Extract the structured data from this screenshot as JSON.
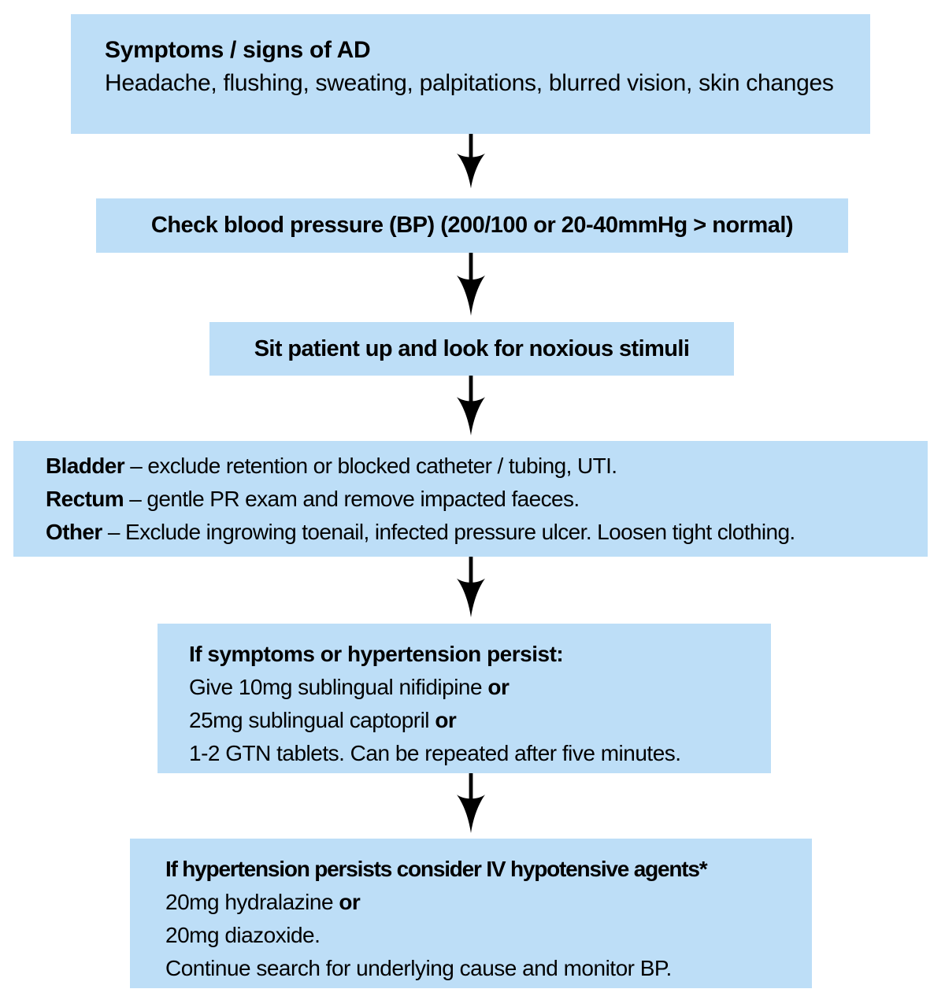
{
  "colors": {
    "box_fill": "#bddef7",
    "text": "#000000",
    "arrow": "#000000",
    "background": "#ffffff"
  },
  "diagram": {
    "type": "flowchart",
    "direction": "top-down",
    "arrow_count": 5,
    "boxes": [
      {
        "id": "symptoms",
        "align": "left",
        "lines": [
          {
            "segments": [
              {
                "text": "Symptoms / signs of AD",
                "bold": true
              }
            ]
          },
          {
            "segments": [
              {
                "text": "Headache, flushing, sweating, palpitations, blurred vision, skin changes",
                "bold": false
              }
            ]
          }
        ]
      },
      {
        "id": "check-bp",
        "align": "center",
        "lines": [
          {
            "segments": [
              {
                "text": "Check blood pressure (BP) (200/100 or 20-40mmHg > normal)",
                "bold": true
              }
            ]
          }
        ]
      },
      {
        "id": "sit-patient-up",
        "align": "center",
        "lines": [
          {
            "segments": [
              {
                "text": "Sit patient up and look for noxious stimuli",
                "bold": true
              }
            ]
          }
        ]
      },
      {
        "id": "noxious-stimuli-checks",
        "align": "left",
        "lines": [
          {
            "segments": [
              {
                "text": "Bladder",
                "bold": true
              },
              {
                "text": " – exclude retention or blocked catheter / tubing, UTI.",
                "bold": false
              }
            ]
          },
          {
            "segments": [
              {
                "text": "Rectum",
                "bold": true
              },
              {
                "text": " – gentle PR exam and remove impacted faeces.",
                "bold": false
              }
            ]
          },
          {
            "segments": [
              {
                "text": "Other",
                "bold": true
              },
              {
                "text": " – Exclude ingrowing toenail, infected pressure ulcer. Loosen tight clothing.",
                "bold": false
              }
            ]
          }
        ]
      },
      {
        "id": "persist-sublingual-meds",
        "align": "left",
        "lines": [
          {
            "segments": [
              {
                "text": "If symptoms or hypertension persist:",
                "bold": true
              }
            ]
          },
          {
            "segments": [
              {
                "text": "Give 10mg sublingual nifidipine ",
                "bold": false
              },
              {
                "text": "or",
                "bold": true
              }
            ]
          },
          {
            "segments": [
              {
                "text": "25mg sublingual captopril ",
                "bold": false
              },
              {
                "text": "or",
                "bold": true
              }
            ]
          },
          {
            "segments": [
              {
                "text": "1-2 GTN tablets. Can be repeated after five minutes.",
                "bold": false
              }
            ]
          }
        ]
      },
      {
        "id": "iv-hypotensive-agents",
        "align": "left",
        "lines": [
          {
            "segments": [
              {
                "text": "If hypertension persists consider IV hypotensive agents*",
                "bold": true
              }
            ]
          },
          {
            "segments": [
              {
                "text": "20mg hydralazine ",
                "bold": false
              },
              {
                "text": "or",
                "bold": true
              }
            ]
          },
          {
            "segments": [
              {
                "text": "20mg diazoxide.",
                "bold": false
              }
            ]
          },
          {
            "segments": [
              {
                "text": "Continue search for underlying cause and monitor BP.",
                "bold": false
              }
            ]
          }
        ]
      }
    ]
  }
}
